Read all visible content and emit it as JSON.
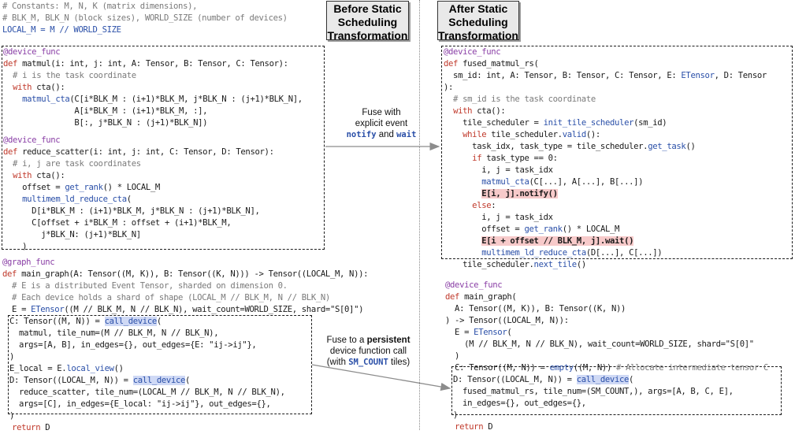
{
  "headers": {
    "before": "Before Static Scheduling Transformation",
    "after": "After Static Scheduling Transformation"
  },
  "annotations": {
    "fuse_event": {
      "line1": "Fuse with",
      "line2": "explicit event",
      "notify": "notify",
      "and": " and ",
      "wait": "wait"
    },
    "fuse_persistent": {
      "line1_pre": "Fuse to a ",
      "line1_bold": "persistent",
      "line2": "device function call",
      "line3_pre": "(with ",
      "line3_mono": "SM_COUNT",
      "line3_post": " tiles)"
    }
  },
  "before_code": {
    "constants": [
      "# Constants: M, N, K (matrix dimensions),",
      "# BLK_M, BLK_N (block sizes), WORLD_SIZE (number of devices)",
      "LOCAL_M = M // WORLD_SIZE"
    ],
    "matmul": [
      "@device_func",
      "def matmul(i: int, j: int, A: Tensor, B: Tensor, C: Tensor):",
      "  # i is the task coordinate",
      "  with cta():",
      "    matmul_cta(C[i*BLK_M : (i+1)*BLK_M, j*BLK_N : (j+1)*BLK_N],",
      "               A[i*BLK_M : (i+1)*BLK_M, :],",
      "               B[:, j*BLK_N : (j+1)*BLK_N])"
    ],
    "reduce_scatter": [
      "@device_func",
      "def reduce_scatter(i: int, j: int, C: Tensor, D: Tensor):",
      "  # i, j are task coordinates",
      "  with cta():",
      "    offset = get_rank() * LOCAL_M",
      "    multimem_ld_reduce_cta(",
      "      D[i*BLK_M : (i+1)*BLK_M, j*BLK_N : (j+1)*BLK_N],",
      "      C[offset + i*BLK_M : offset + (i+1)*BLK_M,",
      "        j*BLK_N: (j+1)*BLK_N]",
      "    )"
    ],
    "graph": [
      "@graph_func",
      "def main_graph(A: Tensor((M, K)), B: Tensor((K, N))) -> Tensor((LOCAL_M, N)):",
      "  # E is a distributed Event Tensor, sharded on dimension 0.",
      "  # Each device holds a shard of shape (LOCAL_M // BLK_M, N // BLK_N)",
      "  E = ETensor((M // BLK_M, N // BLK_N), wait_count=WORLD_SIZE, shard=\"S[0]\")",
      "C: Tensor((M, N)) = call_device(",
      "  matmul, tile_num=(M // BLK_M, N // BLK_N),",
      "  args=[A, B], in_edges={}, out_edges={E: \"ij->ij\"},",
      ")",
      "E_local = E.local_view()",
      "D: Tensor((LOCAL_M, N)) = call_device(",
      "  reduce_scatter, tile_num=(LOCAL_M // BLK_M, N // BLK_N),",
      "  args=[C], in_edges={E_local: \"ij->ij\"}, out_edges={},",
      ")",
      "  return D"
    ]
  },
  "after_code": {
    "fused": [
      "@device_func",
      "def fused_matmul_rs(",
      "  sm_id: int, A: Tensor, B: Tensor, C: Tensor, E: ETensor, D: Tensor",
      "):",
      "  # sm_id is the task coordinate",
      "  with cta():",
      "    tile_scheduler = init_tile_scheduler(sm_id)",
      "    while tile_scheduler.valid():",
      "      task_idx, task_type = tile_scheduler.get_task()",
      "      if task_type == 0:",
      "        i, j = task_idx",
      "        matmul_cta(C[...], A[...], B[...])",
      "        E[i, j].notify()",
      "      else:",
      "        i, j = task_idx",
      "        offset = get_rank() * LOCAL_M",
      "        E[i + offset // BLK_M, j].wait()",
      "        multimem_ld_reduce_cta(D[...], C[...])",
      "    tile_scheduler.next_tile()"
    ],
    "graph": [
      "@device_func",
      "def main_graph(",
      "  A: Tensor((M, K)), B: Tensor((K, N))",
      ") -> Tensor((LOCAL_M, N)):",
      "  E = ETensor(",
      "    (M // BLK_M, N // BLK_N), wait_count=WORLD_SIZE, shard=\"S[0]\"",
      "  )",
      "  C: Tensor((M, N)) = empty((M, N)) # Allocate intermediate tensor C",
      "D: Tensor((LOCAL_M, N)) = call_device(",
      "  fused_matmul_rs, tile_num=(SM_COUNT,), args=[A, B, C, E],",
      "  in_edges={}, out_edges={},",
      ")",
      "  return D"
    ]
  }
}
